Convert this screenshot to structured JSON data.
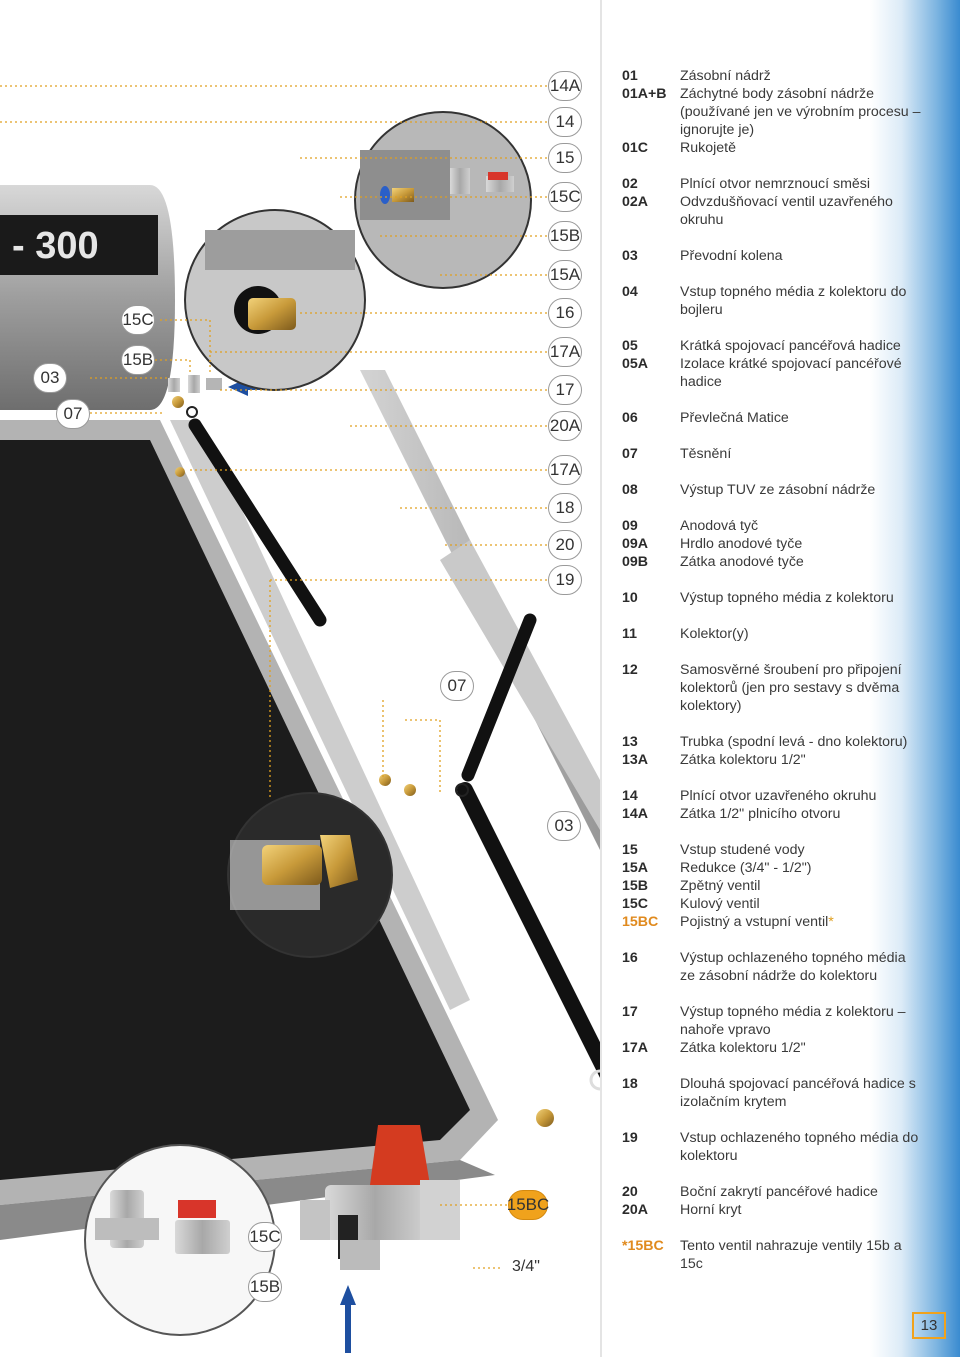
{
  "tank_model": "- 300",
  "callouts": {
    "l14A": "14A",
    "l14": "14",
    "l15": "15",
    "l15C": "15C",
    "l15B": "15B",
    "l15A": "15A",
    "l16": "16",
    "l17A": "17A",
    "l17": "17",
    "l20A": "20A",
    "l17A_b": "17A",
    "l18": "18",
    "l20": "20",
    "l19": "19",
    "left15C": "15C",
    "left15B": "15B",
    "left03": "03",
    "left07": "07",
    "mid07": "07",
    "mid03": "03",
    "bot15BC": "15BC",
    "bot15C": "15C",
    "bot15B": "15B",
    "bot34": "3/4\""
  },
  "legend": [
    {
      "rows": [
        {
          "code": "01",
          "text": "Zásobní nádrž"
        },
        {
          "code": "01A+B",
          "text": "Záchytné body zásobní nádrže (používané jen ve výrobním procesu – ignorujte je)"
        },
        {
          "code": "01C",
          "text": "Rukojetě"
        }
      ]
    },
    {
      "rows": [
        {
          "code": "02",
          "text": "Plnící otvor nemrznoucí směsi"
        },
        {
          "code": "02A",
          "text": "Odvzdušňovací ventil uzavřeného okruhu"
        }
      ]
    },
    {
      "rows": [
        {
          "code": "03",
          "text": "Převodní kolena"
        }
      ]
    },
    {
      "rows": [
        {
          "code": "04",
          "text": "Vstup topného média z kolektoru do bojleru"
        }
      ]
    },
    {
      "rows": [
        {
          "code": "05",
          "text": "Krátká spojovací pancéřová hadice"
        },
        {
          "code": "05A",
          "text": "Izolace krátké spojovací pancéřové hadice"
        }
      ]
    },
    {
      "rows": [
        {
          "code": "06",
          "text": "Převlečná Matice"
        }
      ]
    },
    {
      "rows": [
        {
          "code": "07",
          "text": "Těsnění"
        }
      ]
    },
    {
      "rows": [
        {
          "code": "08",
          "text": "Výstup TUV ze zásobní nádrže"
        }
      ]
    },
    {
      "rows": [
        {
          "code": "09",
          "text": "Anodová tyč"
        },
        {
          "code": "09A",
          "text": "Hrdlo anodové tyče"
        },
        {
          "code": "09B",
          "text": "Zátka anodové tyče"
        }
      ]
    },
    {
      "rows": [
        {
          "code": "10",
          "text": "Výstup topného média z kolektoru"
        }
      ]
    },
    {
      "rows": [
        {
          "code": "11",
          "text": "Kolektor(y)"
        }
      ]
    },
    {
      "rows": [
        {
          "code": "12",
          "text": "Samosvěrné šroubení pro připojení kolektorů (jen pro sestavy s dvěma kolektory)"
        }
      ]
    },
    {
      "rows": [
        {
          "code": "13",
          "text": "Trubka (spodní levá - dno kolektoru)"
        },
        {
          "code": "13A",
          "text": "Zátka kolektoru 1/2\""
        }
      ]
    },
    {
      "rows": [
        {
          "code": "14",
          "text": "Plnící otvor uzavřeného okruhu"
        },
        {
          "code": "14A",
          "text": "Zátka 1/2\" plnicího otvoru"
        }
      ]
    },
    {
      "rows": [
        {
          "code": "15",
          "text": "Vstup studené vody"
        },
        {
          "code": "15A",
          "text": "Redukce (3/4\" - 1/2\")"
        },
        {
          "code": "15B",
          "text": "Zpětný ventil"
        },
        {
          "code": "15C",
          "text": "Kulový ventil"
        },
        {
          "code": "15BC",
          "text": "Pojistný a vstupní ventil",
          "mark": "*",
          "orange": true
        }
      ]
    },
    {
      "rows": [
        {
          "code": "16",
          "text": "Výstup ochlazeného topného média ze zásobní nádrže do kolektoru"
        }
      ]
    },
    {
      "rows": [
        {
          "code": "17",
          "text": "Výstup topného média z kolektoru – nahoře vpravo"
        },
        {
          "code": "17A",
          "text": "Zátka kolektoru 1/2\""
        }
      ]
    },
    {
      "rows": [
        {
          "code": "18",
          "text": "Dlouhá spojovací pancéřová hadice s izolačním krytem"
        }
      ]
    },
    {
      "rows": [
        {
          "code": "19",
          "text": "Vstup ochlazeného topného média do kolektoru"
        }
      ]
    },
    {
      "rows": [
        {
          "code": "20",
          "text": "Boční zakrytí pancéřové hadice"
        },
        {
          "code": "20A",
          "text": "Horní kryt"
        }
      ]
    },
    {
      "rows": [
        {
          "code": "*15BC",
          "text": "Tento ventil nahrazuje ventily 15b a 15c",
          "orange": true
        }
      ]
    }
  ],
  "page_number": "13"
}
